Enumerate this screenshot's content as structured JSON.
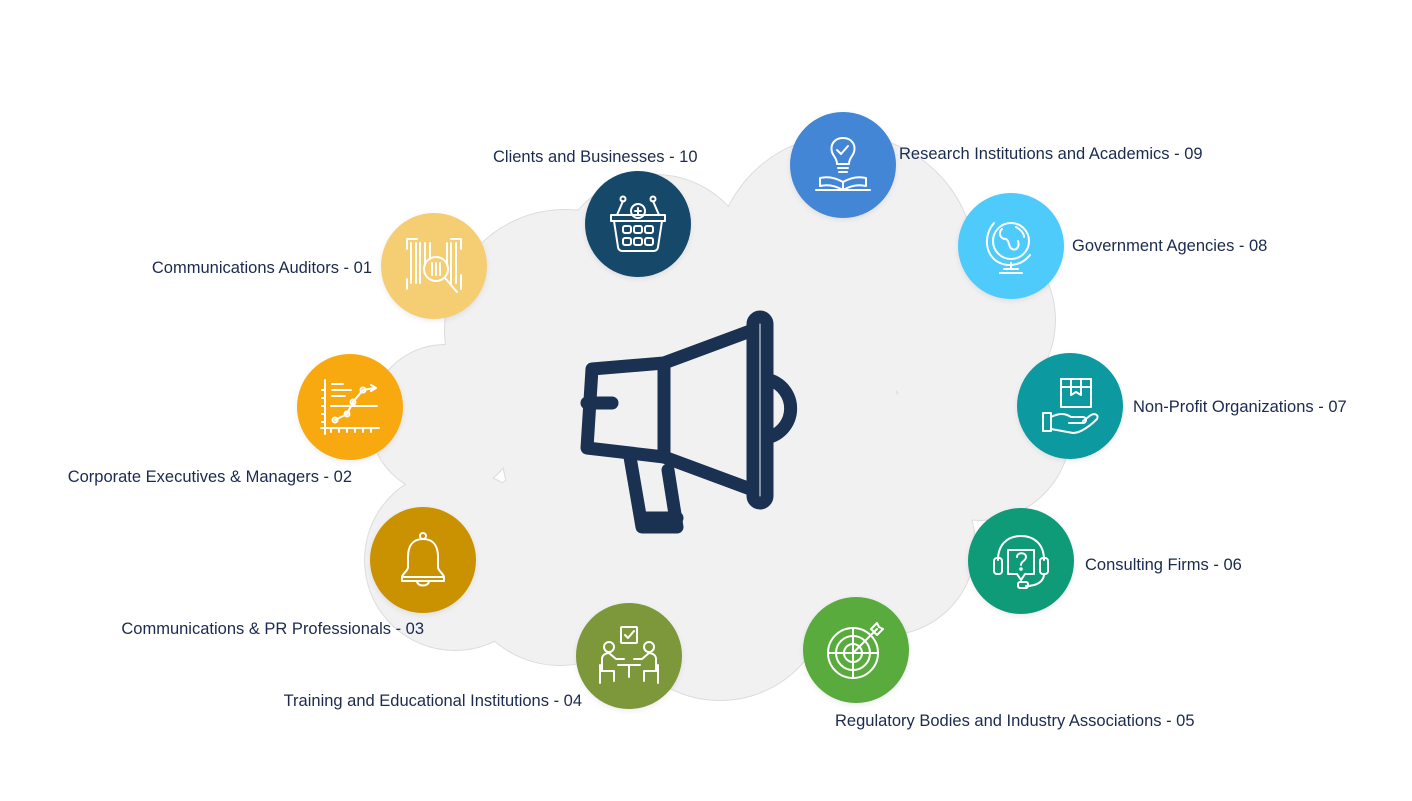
{
  "colors": {
    "cloud": "#f1f1f2",
    "cloud_outline": "#dcdcdc",
    "text": "#1b2a4e",
    "megaphone": "#1a3152"
  },
  "center": {
    "icon": "megaphone-icon"
  },
  "stakeholders": [
    {
      "label": "Communications Auditors - 01",
      "color": "#f5cd73",
      "icon": "barcode-magnifier-icon"
    },
    {
      "label": "Corporate Executives & Managers - 02",
      "color": "#f8a90f",
      "icon": "growth-chart-icon"
    },
    {
      "label": "Communications & PR Professionals - 03",
      "color": "#ca9200",
      "icon": "bell-icon"
    },
    {
      "label": "Training and Educational Institutions - 04",
      "color": "#7c983a",
      "icon": "meeting-checkmark-icon"
    },
    {
      "label": "Regulatory Bodies and Industry Associations - 05",
      "color": "#5aab3e",
      "icon": "target-arrow-icon"
    },
    {
      "label": "Consulting Firms - 06",
      "color": "#0f9a78",
      "icon": "headset-question-icon"
    },
    {
      "label": "Non-Profit Organizations - 07",
      "color": "#0c9aa0",
      "icon": "hand-box-icon"
    },
    {
      "label": "Government Agencies - 08",
      "color": "#4ecbfb",
      "icon": "globe-icon"
    },
    {
      "label": "Research Institutions and Academics - 09",
      "color": "#4386d6",
      "icon": "book-lightbulb-icon"
    },
    {
      "label": "Clients and Businesses - 10",
      "color": "#16486a",
      "icon": "shopping-basket-icon"
    }
  ]
}
